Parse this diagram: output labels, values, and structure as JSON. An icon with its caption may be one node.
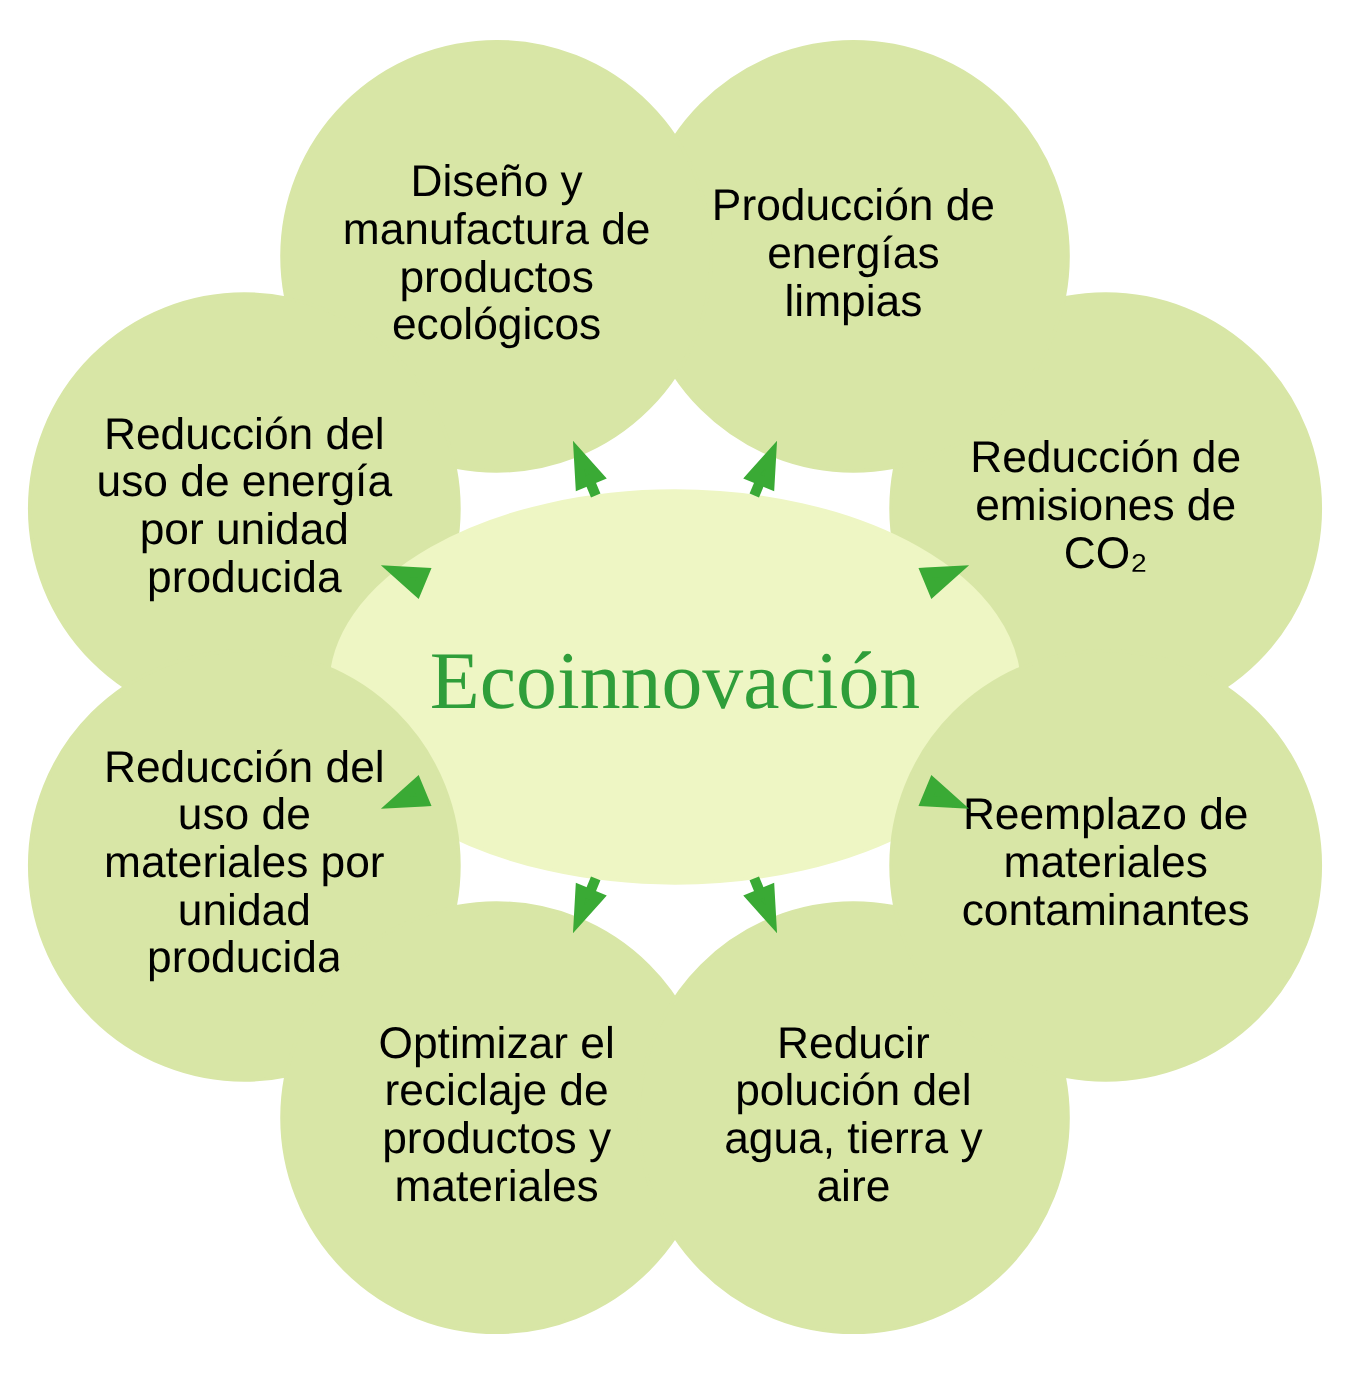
{
  "diagram": {
    "nodes": [
      {
        "text": [
          "Reducción de emisiones de CO₂"
        ]
      },
      {
        "text": [
          "Producción de energías limpias"
        ]
      },
      {
        "text": [
          "Diseño y manufactura de productos ecológicos"
        ]
      },
      {
        "text": [
          "Reducción del uso de energía por unidad producida"
        ]
      },
      {
        "text": [
          "Ecoinnovación"
        ]
      },
      {
        "text": [
          "Reducción del uso de materiales por unidad producida"
        ]
      },
      {
        "text": [
          "Optimizar el reciclaje de productos y materiales"
        ]
      },
      {
        "text": [
          "Reducir polución del agua, tierra y aire"
        ]
      },
      {
        "text": [
          "Reemplazo de materiales contaminantes"
        ]
      }
    ],
    "edges": [
      {
        "from": 4,
        "to": 0,
        "arrow": "to"
      },
      {
        "from": 4,
        "to": 2,
        "arrow": "to"
      },
      {
        "from": 4,
        "to": 5,
        "arrow": "to"
      },
      {
        "from": 4,
        "to": 7,
        "arrow": "to"
      },
      {
        "from": 4,
        "to": 8,
        "arrow": "to"
      },
      {
        "from": 4,
        "to": 6,
        "arrow": "to"
      },
      {
        "from": 4,
        "to": 3,
        "arrow": "to"
      },
      {
        "from": 4,
        "to": 1,
        "arrow": "to"
      }
    ]
  }
}
